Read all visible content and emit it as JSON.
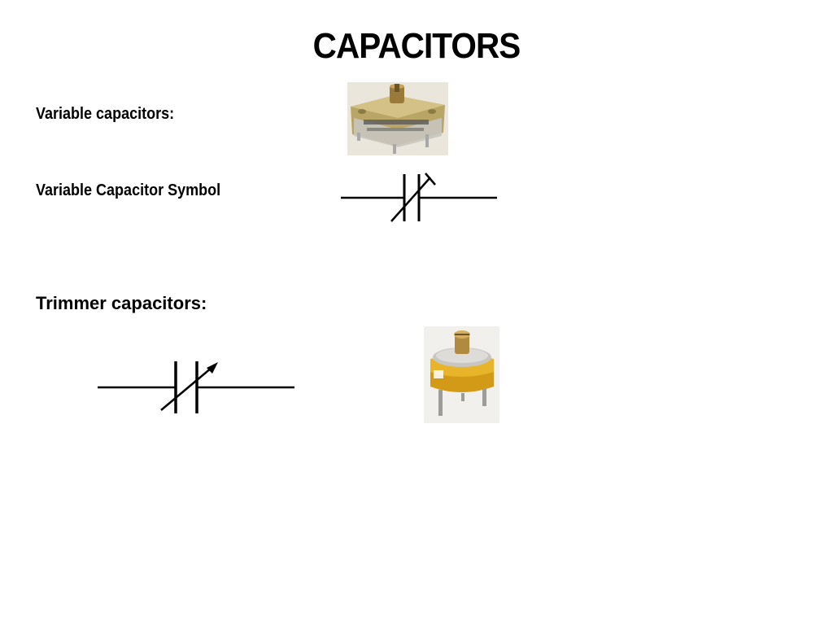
{
  "slide": {
    "title": "CAPACITORS",
    "variable_label": "Variable capacitors:",
    "variable_symbol_label": "Variable Capacitor Symbol",
    "trimmer_label": "Trimmer capacitors:"
  },
  "icons": {
    "variable_photo": "variable-capacitor-photo",
    "variable_symbol": "variable-capacitor-symbol",
    "trimmer_symbol": "trimmer-capacitor-symbol",
    "trimmer_photo": "trimmer-capacitor-photo"
  }
}
